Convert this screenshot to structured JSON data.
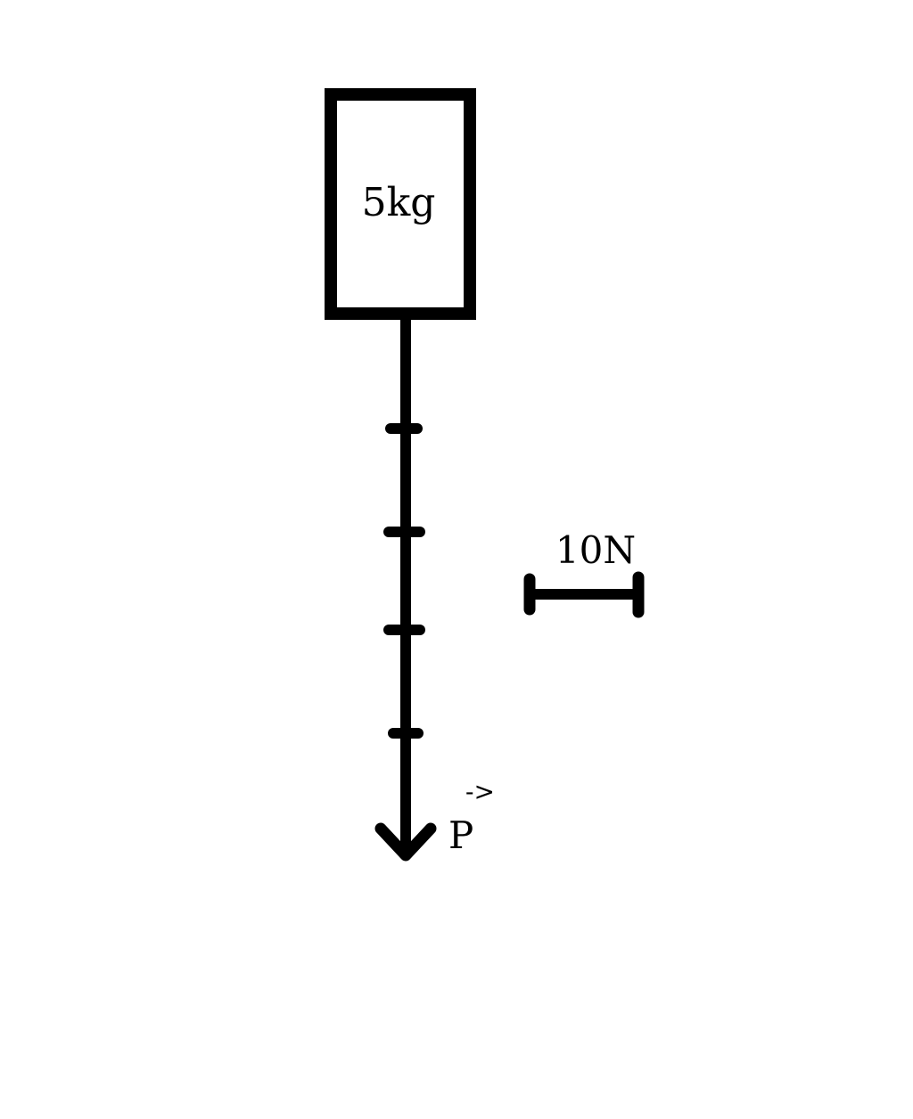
{
  "diagram": {
    "block": {
      "mass_label": "5kg"
    },
    "force_vector": {
      "symbol": "P",
      "vector_mark": "->",
      "scale_divisions": 5
    },
    "scale_bar": {
      "label": "10N",
      "newtons_per_unit": 10
    },
    "colors": {
      "ink": "#000000",
      "background": "#ffffff"
    }
  }
}
